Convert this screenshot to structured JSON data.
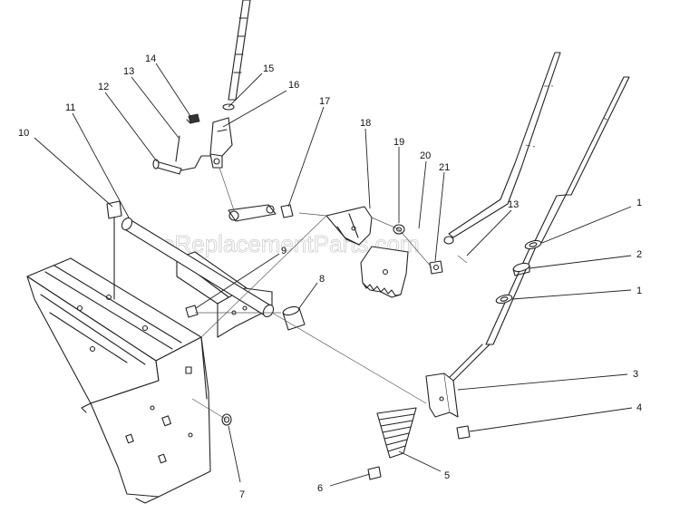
{
  "watermark": "eReplacementParts.com",
  "callouts": [
    {
      "id": "c10",
      "label": "10"
    },
    {
      "id": "c11",
      "label": "11"
    },
    {
      "id": "c12",
      "label": "12"
    },
    {
      "id": "c13a",
      "label": "13"
    },
    {
      "id": "c14",
      "label": "14"
    },
    {
      "id": "c15",
      "label": "15"
    },
    {
      "id": "c16",
      "label": "16"
    },
    {
      "id": "c17",
      "label": "17"
    },
    {
      "id": "c18",
      "label": "18"
    },
    {
      "id": "c19",
      "label": "19"
    },
    {
      "id": "c20",
      "label": "20"
    },
    {
      "id": "c21",
      "label": "21"
    },
    {
      "id": "c13b",
      "label": "13"
    },
    {
      "id": "c1a",
      "label": "1"
    },
    {
      "id": "c2",
      "label": "2"
    },
    {
      "id": "c1b",
      "label": "1"
    },
    {
      "id": "c9",
      "label": "9"
    },
    {
      "id": "c8",
      "label": "8"
    },
    {
      "id": "c3",
      "label": "3"
    },
    {
      "id": "c4",
      "label": "4"
    },
    {
      "id": "c5",
      "label": "5"
    },
    {
      "id": "c6",
      "label": "6"
    },
    {
      "id": "c7",
      "label": "7"
    }
  ]
}
